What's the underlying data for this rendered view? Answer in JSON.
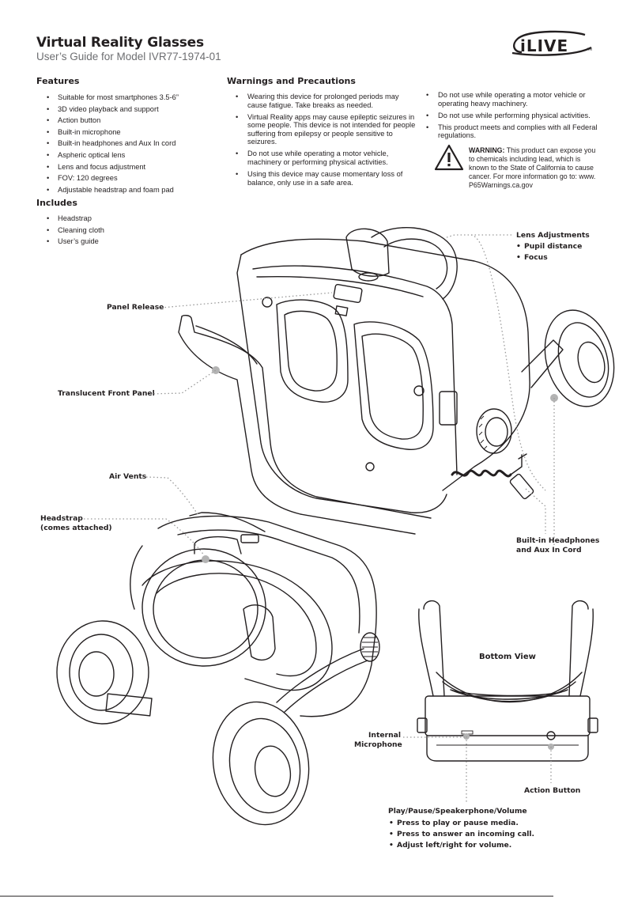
{
  "header": {
    "title": "Virtual Reality Glasses",
    "subtitle": "User’s Guide for Model IVR77-1974-01",
    "logo_text": "iLIVE",
    "logo_tm": "TM"
  },
  "features": {
    "heading": "Features",
    "items": [
      "Suitable for most smartphones 3.5-6”",
      "3D video playback and support",
      "Action button",
      "Built-in microphone",
      "Built-in headphones and Aux In cord",
      "Aspheric optical lens",
      "Lens and focus adjustment",
      "FOV: 120 degrees",
      "Adjustable headstrap and foam pad"
    ]
  },
  "includes": {
    "heading": "Includes",
    "items": [
      "Headstrap",
      "Cleaning cloth",
      "User’s guide"
    ]
  },
  "warnings": {
    "heading": "Warnings and Precautions",
    "col1": [
      "Wearing this device for prolonged periods may cause fatigue. Take breaks as needed.",
      "Virtual Reality apps may cause epileptic seizures in some people. This device is not intended for people suffering from epilepsy or people sensitive to seizures.",
      "Do not use while operating a motor vehicle, machinery or performing physical activities.",
      "Using this device may cause momentary loss of balance, only use in a safe area."
    ],
    "col2": [
      "Do not use while operating a motor vehicle or operating heavy machinery.",
      "Do not use while performing physical activities.",
      "This product meets and complies with all Federal regulations."
    ],
    "prop65_label": "WARNING:",
    "prop65_text": " This product can expose you to chemicals including lead, which is known to the State of California to cause cancer. For more information go to: www. P65Warnings.ca.gov"
  },
  "callouts": {
    "lens_adjustments": "Lens Adjustments",
    "lens_items": [
      "Pupil distance",
      "Focus"
    ],
    "panel_release": "Panel Release",
    "translucent_front_panel": "Translucent Front Panel",
    "air_vents": "Air Vents",
    "headstrap": "Headstrap",
    "headstrap_note": "(comes attached)",
    "headphones_line1": "Built-in Headphones",
    "headphones_line2": "and Aux In Cord",
    "bottom_view": "Bottom View",
    "internal": "Internal",
    "microphone": "Microphone",
    "action_button": "Action Button",
    "play_pause": "Play/Pause/Speakerphone/Volume",
    "play_items": [
      "Press to play or pause media.",
      "Press to answer an incoming call.",
      "Adjust left/right for volume."
    ]
  },
  "colors": {
    "text": "#231f20",
    "subtitle": "#6d6e71",
    "dotted_leader": "#9a9a9a"
  }
}
